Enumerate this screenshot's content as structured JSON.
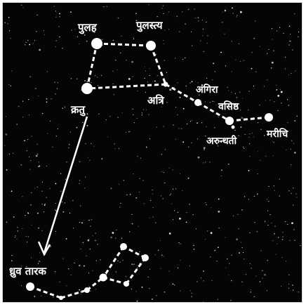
{
  "diagram": {
    "background_color": "#050505",
    "star_color": "#ffffff",
    "labels": {
      "pulah": "पुलह",
      "pulastya": "पुलस्त्य",
      "kratu": "क्रतु",
      "atri": "अत्रि",
      "angira": "अंगिरा",
      "vasishtha": "वसिष्ठ",
      "arundhati": "अरुन्धती",
      "marichi": "मरीचि",
      "dhruv": "ध्रुव तारक"
    }
  }
}
